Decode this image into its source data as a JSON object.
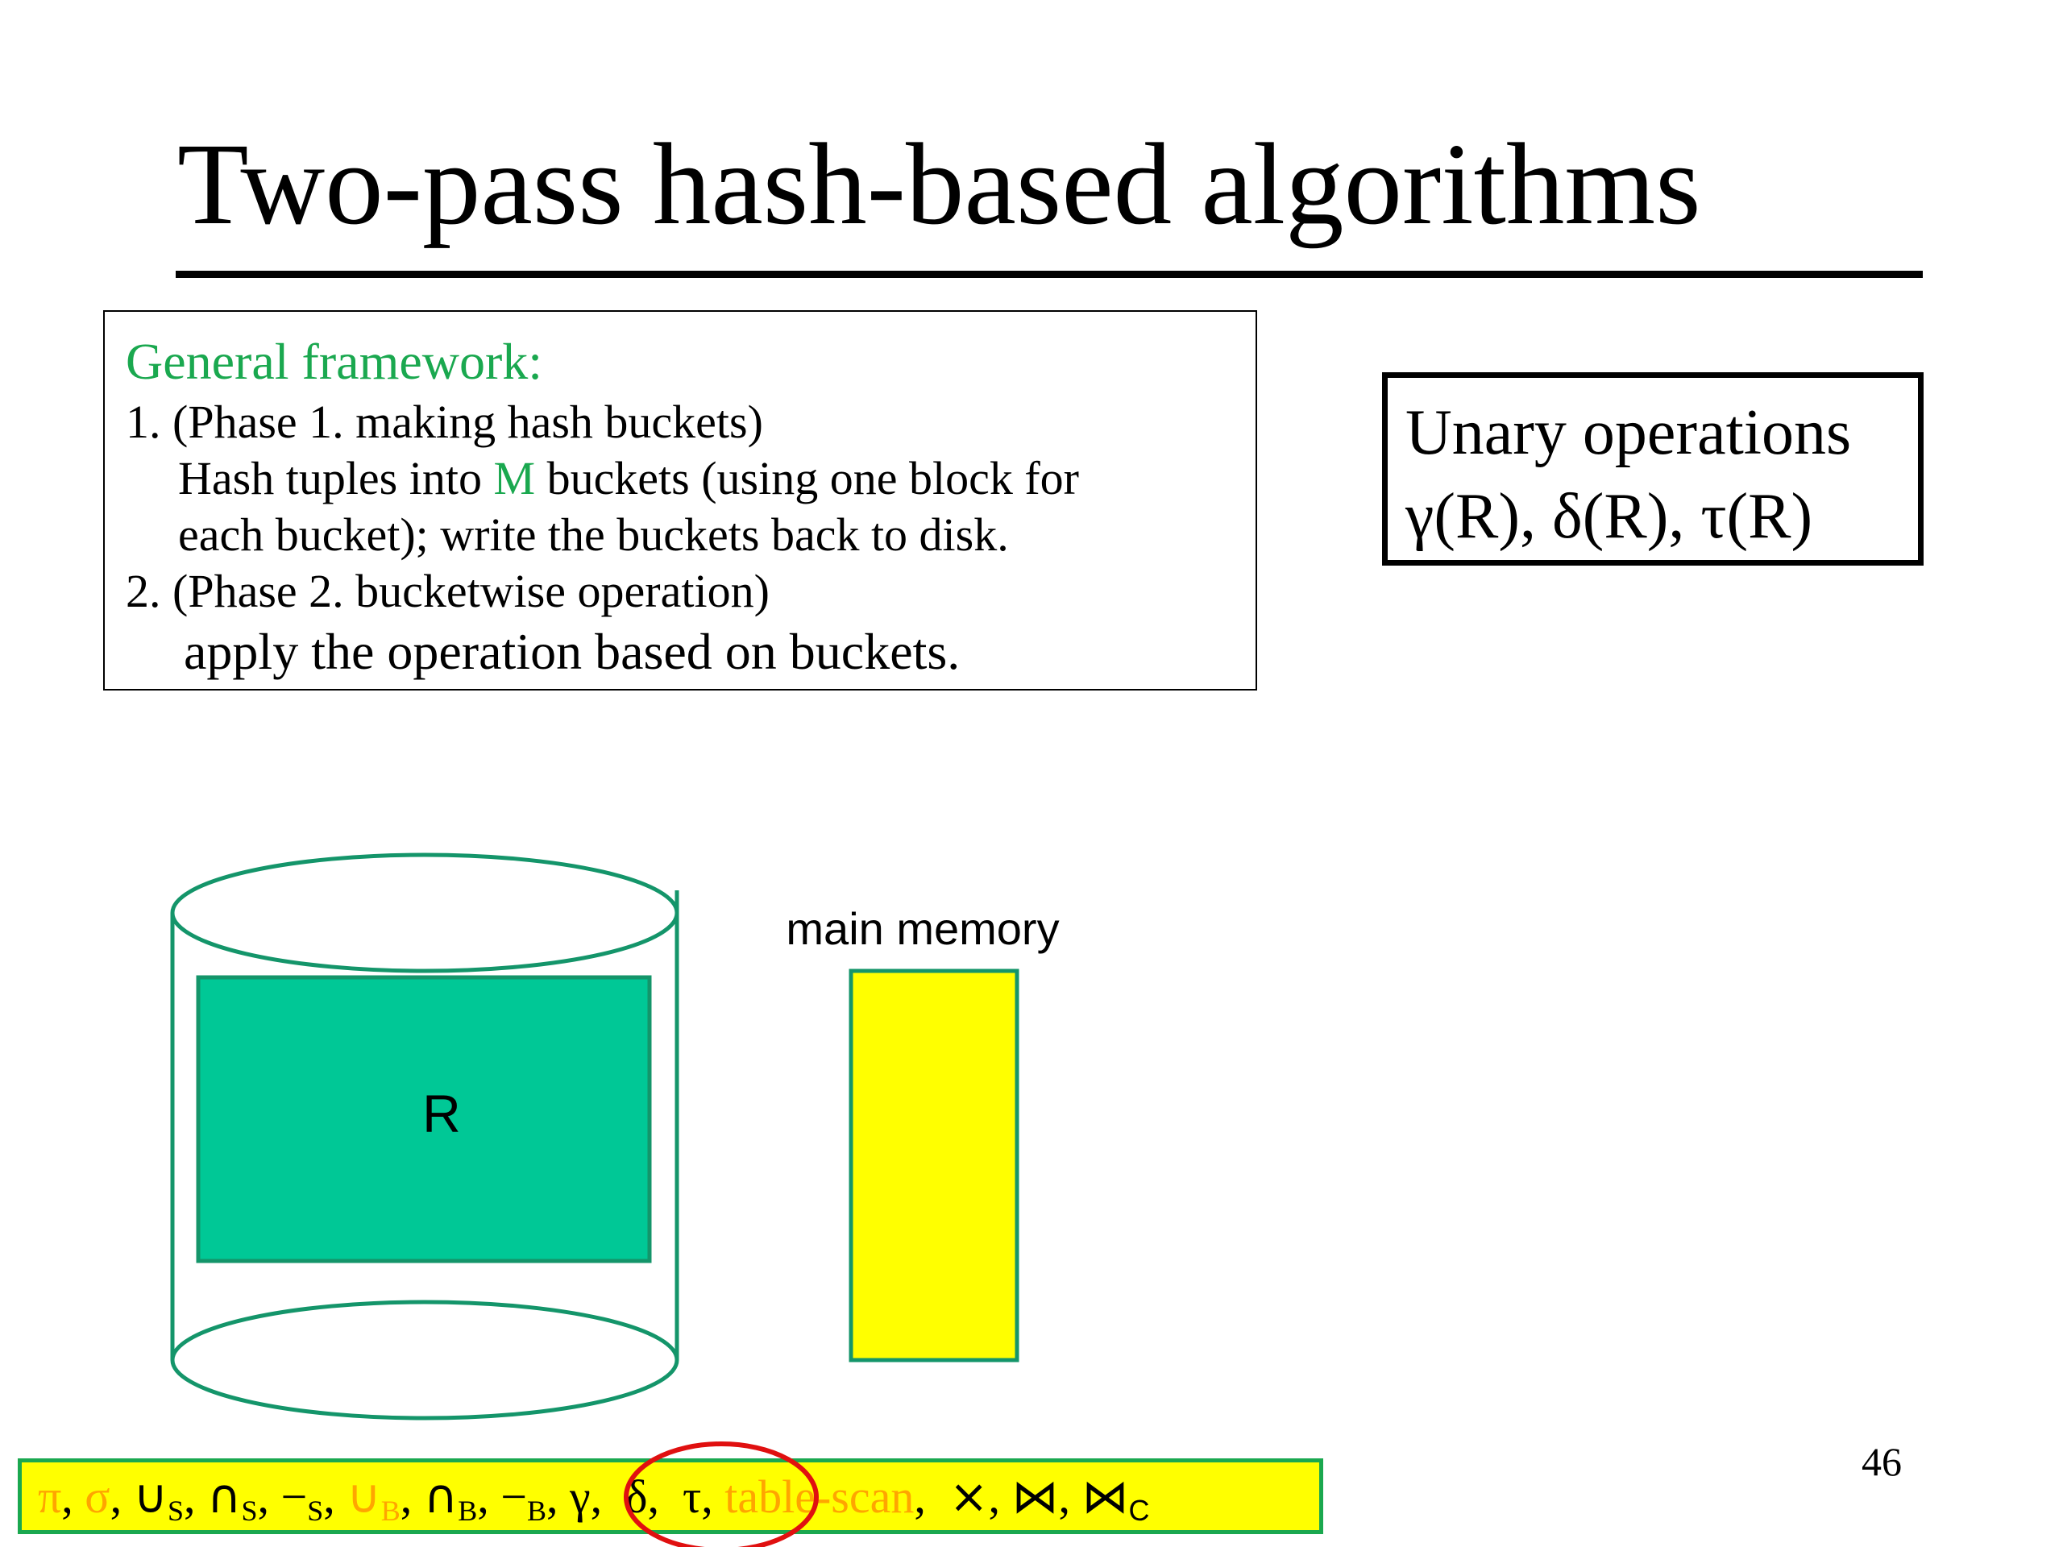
{
  "slide": {
    "title": "Two-pass hash-based algorithms",
    "page_number": "46"
  },
  "framework": {
    "heading": "General framework:",
    "step1_title": "1. (Phase 1. making hash buckets)",
    "step1_pre": "Hash tuples into ",
    "step1_M": "M",
    "step1_post": " buckets (using one block for",
    "step1_line3": "each bucket); write the buckets back to disk.",
    "step2_title": "2. (Phase 2. bucketwise operation)",
    "step2_line2": "apply the operation based on buckets."
  },
  "unary": {
    "line1": "Unary operations",
    "line2": "γ(R),  δ(R),  τ(R)"
  },
  "diagram": {
    "relation_label": "R",
    "memory_label": "main memory"
  },
  "operators": {
    "pi": "π",
    "sigma": "σ",
    "union_set": "∪",
    "intersect_set": "∩",
    "minus_set": "−",
    "union_bag": "∪",
    "intersect_bag": "∩",
    "minus_bag": "−",
    "sub_s": "S",
    "sub_b": "B",
    "gamma": "γ",
    "delta": "δ",
    "tau": "τ",
    "table_scan": "table-scan",
    "product": "×",
    "join": "⋈",
    "theta_join": "⋈",
    "sub_c": "C"
  },
  "colors": {
    "green_text": "#1aa84f",
    "teal_fill": "#00c896",
    "cylinder_stroke": "#14956a",
    "memory_fill": "#ffff00",
    "highlight_red": "#e01010",
    "orange_text": "#ffa500"
  }
}
